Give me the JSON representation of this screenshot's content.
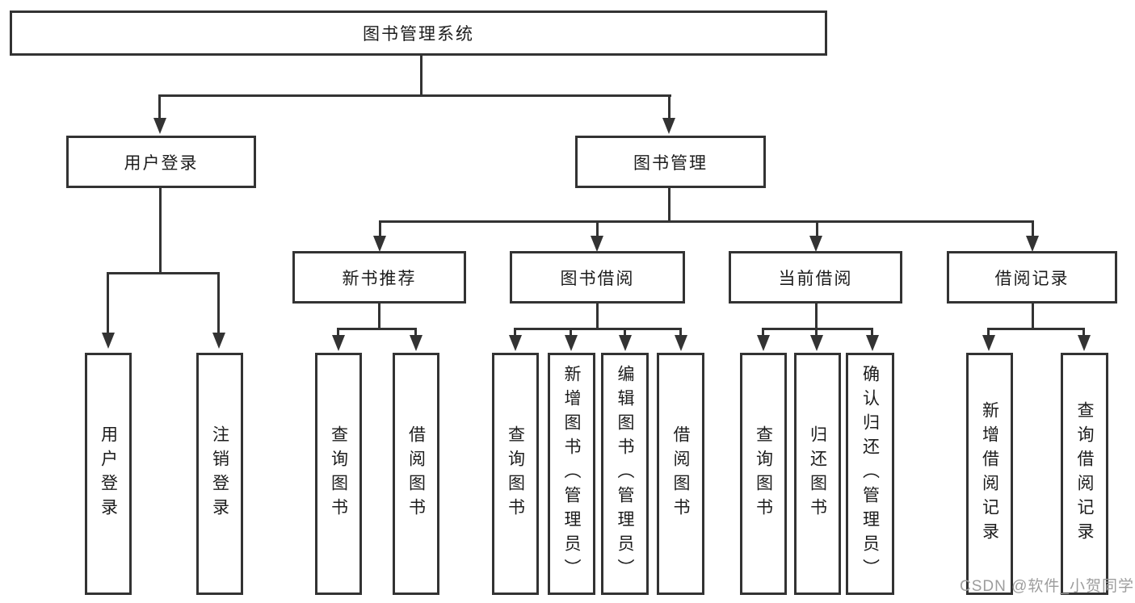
{
  "diagram": {
    "title": "图书管理系统",
    "root": "图书管理系统",
    "branches": [
      {
        "label": "用户登录",
        "children": [
          "用户登录",
          "注销登录"
        ]
      },
      {
        "label": "图书管理",
        "groups": [
          {
            "label": "新书推荐",
            "children": [
              "查询图书",
              "借阅图书"
            ]
          },
          {
            "label": "图书借阅",
            "children": [
              "查询图书",
              "新增图书（管理员）",
              "编辑图书（管理员）",
              "借阅图书"
            ]
          },
          {
            "label": "当前借阅",
            "children": [
              "查询图书",
              "归还图书",
              "确认归还（管理员）"
            ]
          },
          {
            "label": "借阅记录",
            "children": [
              "新增借阅记录",
              "查询借阅记录"
            ]
          }
        ]
      }
    ]
  },
  "watermark": {
    "text": "CSDN @软件_小贺同学"
  },
  "colors": {
    "line": "#333333",
    "text": "#1c1c1c",
    "watermark": "#9d9d9d",
    "background": "#ffffff"
  }
}
